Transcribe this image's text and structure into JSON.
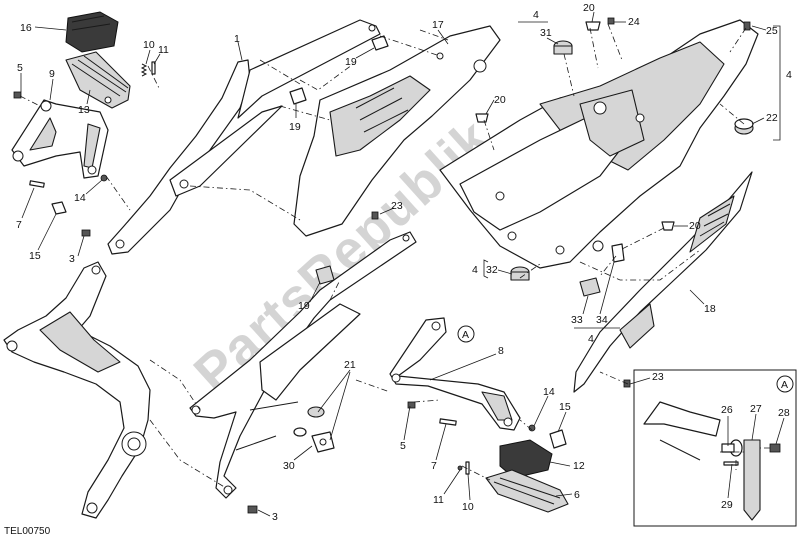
{
  "diagram": {
    "ref_code": "TEL00750",
    "watermark": "PartsRepublik",
    "detail_marker": "A",
    "callouts": [
      {
        "id": "c16",
        "text": "16"
      },
      {
        "id": "c5a",
        "text": "5"
      },
      {
        "id": "c9",
        "text": "9"
      },
      {
        "id": "c10a",
        "text": "10"
      },
      {
        "id": "c11a",
        "text": "11"
      },
      {
        "id": "c13",
        "text": "13"
      },
      {
        "id": "c1",
        "text": "1"
      },
      {
        "id": "c14a",
        "text": "14"
      },
      {
        "id": "c7a",
        "text": "7"
      },
      {
        "id": "c15a",
        "text": "15"
      },
      {
        "id": "c3a",
        "text": "3"
      },
      {
        "id": "c17",
        "text": "17"
      },
      {
        "id": "c19a",
        "text": "19"
      },
      {
        "id": "c19b",
        "text": "19"
      },
      {
        "id": "c4a",
        "text": "4"
      },
      {
        "id": "c31",
        "text": "31"
      },
      {
        "id": "c20a",
        "text": "20"
      },
      {
        "id": "c24",
        "text": "24"
      },
      {
        "id": "c25",
        "text": "25"
      },
      {
        "id": "c4b",
        "text": "4"
      },
      {
        "id": "c22",
        "text": "22"
      },
      {
        "id": "c20b",
        "text": "20"
      },
      {
        "id": "c23a",
        "text": "23"
      },
      {
        "id": "c20c",
        "text": "20"
      },
      {
        "id": "c4c",
        "text": "4"
      },
      {
        "id": "c32",
        "text": "32"
      },
      {
        "id": "c33",
        "text": "33"
      },
      {
        "id": "c34",
        "text": "34"
      },
      {
        "id": "c4d",
        "text": "4"
      },
      {
        "id": "c18",
        "text": "18"
      },
      {
        "id": "c19c",
        "text": "19"
      },
      {
        "id": "c21",
        "text": "21"
      },
      {
        "id": "c30",
        "text": "30"
      },
      {
        "id": "c3b",
        "text": "3"
      },
      {
        "id": "c8",
        "text": "8"
      },
      {
        "id": "c5b",
        "text": "5"
      },
      {
        "id": "c7b",
        "text": "7"
      },
      {
        "id": "c14b",
        "text": "14"
      },
      {
        "id": "c15b",
        "text": "15"
      },
      {
        "id": "c12",
        "text": "12"
      },
      {
        "id": "c11b",
        "text": "11"
      },
      {
        "id": "c10b",
        "text": "10"
      },
      {
        "id": "c6",
        "text": "6"
      },
      {
        "id": "c23b",
        "text": "23"
      },
      {
        "id": "c26",
        "text": "26"
      },
      {
        "id": "c27",
        "text": "27"
      },
      {
        "id": "c28",
        "text": "28"
      },
      {
        "id": "c29",
        "text": "29"
      }
    ]
  }
}
